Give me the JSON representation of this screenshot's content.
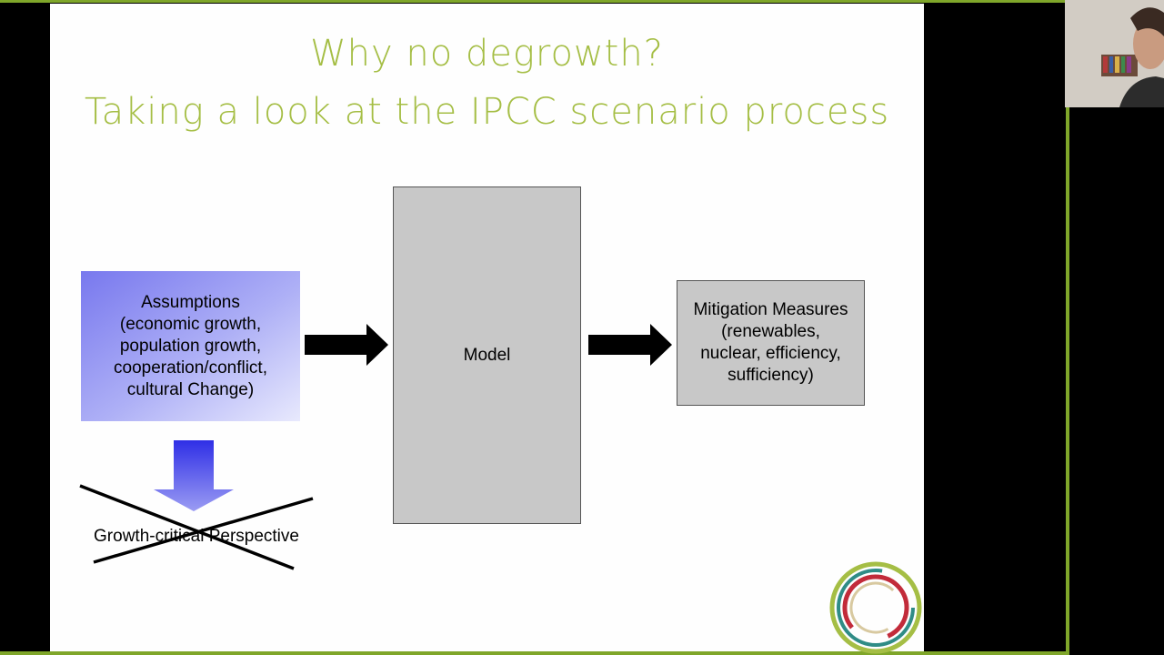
{
  "slide": {
    "title_line_1": "Why no degrowth?",
    "title_line_2": "Taking a look at the IPCC scenario process",
    "assumptions": "Assumptions\n(economic growth,\npopulation growth,\ncooperation/conflict,\ncultural Change)",
    "model": "Model",
    "mitigation": "Mitigation Measures\n(renewables,\nnuclear, efficiency,\nsufficiency)",
    "growth_critical": "Growth-critical Perspective"
  },
  "colors": {
    "accent_green": "#a5be45",
    "frame_green": "#7fa62a",
    "box_gray": "#c8c8c8",
    "assumption_blue": "#7878ee",
    "arrow_blue": "#3c3ce8"
  },
  "icons": {
    "logo": "circle-rings-logo",
    "arrow": "right-arrow-icon",
    "down_arrow": "down-arrow-icon",
    "cross": "cross-out-icon"
  }
}
